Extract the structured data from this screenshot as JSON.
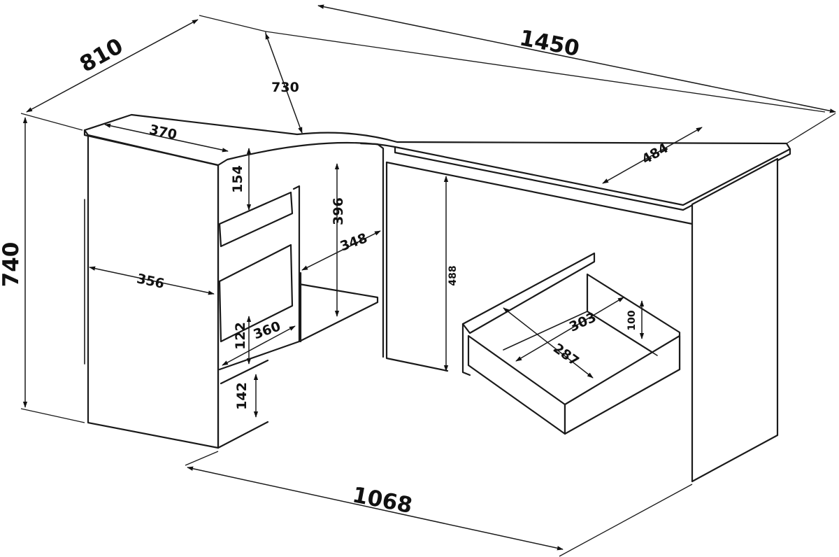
{
  "diagram": {
    "subject": "corner desk dimension drawing",
    "dimensions": {
      "total_width": "1450",
      "total_depth": "810",
      "total_height": "740",
      "return_length": "1068",
      "top_diagonal": "730",
      "cabinet_top_depth": "370",
      "desk_top_depth": "484",
      "cabinet_inner_depth": "356",
      "upper_compartment_height": "154",
      "shelf_opening_height": "396",
      "shelf_width": "348",
      "knee_clearance_height": "488",
      "lower_drawer_height": "122",
      "lower_shelf_width": "360",
      "plinth_height": "142",
      "drawer_width": "303",
      "drawer_depth": "287",
      "drawer_height": "100"
    }
  }
}
